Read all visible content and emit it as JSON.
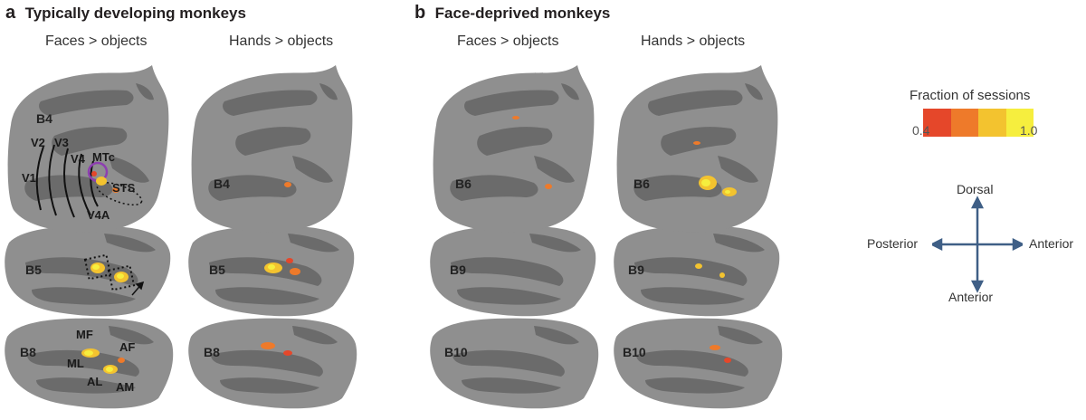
{
  "panel_a": {
    "letter": "a",
    "title": "Typically developing monkeys",
    "col1": "Faces > objects",
    "col2": "Hands > objects"
  },
  "panel_b": {
    "letter": "b",
    "title": "Face-deprived monkeys",
    "col1": "Faces > objects",
    "col2": "Hands > objects"
  },
  "slices_a": [
    "B4",
    "B5",
    "B8"
  ],
  "slices_b": [
    "B6",
    "B9",
    "B10"
  ],
  "areas": {
    "v1": "V1",
    "v2": "V2",
    "v3": "V3",
    "v4": "V4",
    "mtc": "MTc",
    "sts": "STS",
    "v4a": "V4A",
    "mf": "MF",
    "af": "AF",
    "ml": "ML",
    "al": "AL",
    "am": "AM"
  },
  "legend": {
    "title": "Fraction of sessions",
    "min": "0.4",
    "max": "1.0",
    "colors": [
      "#e5472a",
      "#ee7a2a",
      "#f3c32f",
      "#f6ee3e"
    ]
  },
  "compass": {
    "top": "Dorsal",
    "left": "Posterior",
    "right": "Anterior",
    "bottom": "Anterior"
  }
}
